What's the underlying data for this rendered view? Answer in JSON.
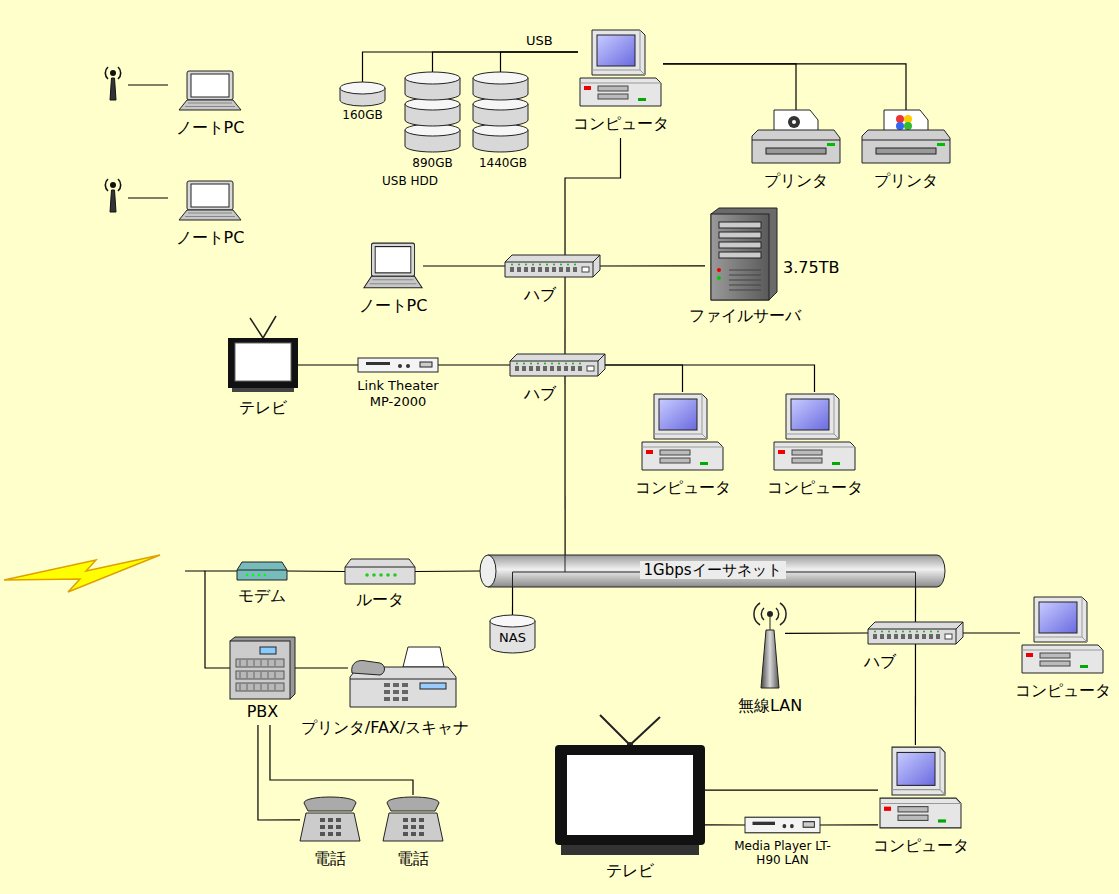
{
  "diagram": {
    "nodes": [
      {
        "text": [
          "ノートPC"
        ]
      },
      {
        "text": [
          "ノートPC"
        ]
      },
      {
        "text": [
          "160GB"
        ]
      },
      {
        "text": [
          "890GB",
          "USB HDD"
        ]
      },
      {
        "text": [
          "1440GB"
        ]
      },
      {
        "text": [
          "コンピュータ"
        ]
      },
      {
        "text": [
          "プリンタ"
        ]
      },
      {
        "text": [
          "プリンタ"
        ]
      },
      {
        "text": [
          "ノートPC"
        ]
      },
      {
        "text": [
          "ハブ"
        ]
      },
      {
        "text": [
          "3.75TB",
          "ファイルサーバ"
        ]
      },
      {
        "text": [
          "テレビ"
        ]
      },
      {
        "text": [
          "Link Theater MP-2000"
        ]
      },
      {
        "text": [
          "ハブ"
        ]
      },
      {
        "text": [
          "コンピュータ"
        ]
      },
      {
        "text": [
          "コンピュータ"
        ]
      },
      {
        "text": [
          "モデム"
        ]
      },
      {
        "text": [
          "ルータ"
        ]
      },
      {
        "text": [
          "1Gbpsイーサネット"
        ]
      },
      {
        "text": [
          "NAS"
        ]
      },
      {
        "text": [
          "無線LAN"
        ]
      },
      {
        "text": [
          "ハブ"
        ]
      },
      {
        "text": [
          "コンピュータ"
        ]
      },
      {
        "text": [
          "PBX"
        ]
      },
      {
        "text": [
          "プリンタ/FAX/スキャナ"
        ]
      },
      {
        "text": [
          "電話"
        ]
      },
      {
        "text": [
          "電話"
        ]
      },
      {
        "text": [
          "テレビ"
        ]
      },
      {
        "text": [
          "Media Player LT-H90 LAN"
        ]
      },
      {
        "text": [
          "コンピュータ"
        ]
      }
    ],
    "edges": [
      {
        "from": 2,
        "to": 5,
        "arrow": "none"
      },
      {
        "from": 3,
        "to": 5,
        "arrow": "none"
      },
      {
        "from": 4,
        "to": 5,
        "label": "USB",
        "arrow": "none"
      },
      {
        "from": 5,
        "to": 6,
        "arrow": "none"
      },
      {
        "from": 5,
        "to": 7,
        "arrow": "none"
      },
      {
        "from": 5,
        "to": 9,
        "arrow": "none"
      },
      {
        "from": 8,
        "to": 9,
        "arrow": "none"
      },
      {
        "from": 9,
        "to": 10,
        "arrow": "none"
      },
      {
        "from": 9,
        "to": 13,
        "arrow": "none"
      },
      {
        "from": 11,
        "to": 12,
        "arrow": "none"
      },
      {
        "from": 12,
        "to": 13,
        "arrow": "none"
      },
      {
        "from": 13,
        "to": 14,
        "arrow": "none"
      },
      {
        "from": 13,
        "to": 15,
        "arrow": "none"
      },
      {
        "from": 13,
        "to": 18,
        "arrow": "none"
      },
      {
        "from": 16,
        "to": 17,
        "arrow": "none"
      },
      {
        "from": 17,
        "to": 18,
        "arrow": "none"
      },
      {
        "from": 19,
        "to": 18,
        "arrow": "none"
      },
      {
        "from": 18,
        "to": 21,
        "arrow": "none"
      },
      {
        "from": 20,
        "to": 21,
        "arrow": "none"
      },
      {
        "from": 21,
        "to": 22,
        "arrow": "none"
      },
      {
        "from": 21,
        "to": 29,
        "arrow": "none"
      },
      {
        "from": 27,
        "to": 29,
        "arrow": "none"
      },
      {
        "from": 27,
        "to": 28,
        "arrow": "none"
      },
      {
        "from": 28,
        "to": 29,
        "arrow": "none"
      },
      {
        "from": 16,
        "to": 23,
        "arrow": "none"
      },
      {
        "from": 23,
        "to": 24,
        "arrow": "none"
      },
      {
        "from": 23,
        "to": 25,
        "arrow": "none"
      },
      {
        "from": 23,
        "to": 26,
        "arrow": "none"
      }
    ]
  }
}
